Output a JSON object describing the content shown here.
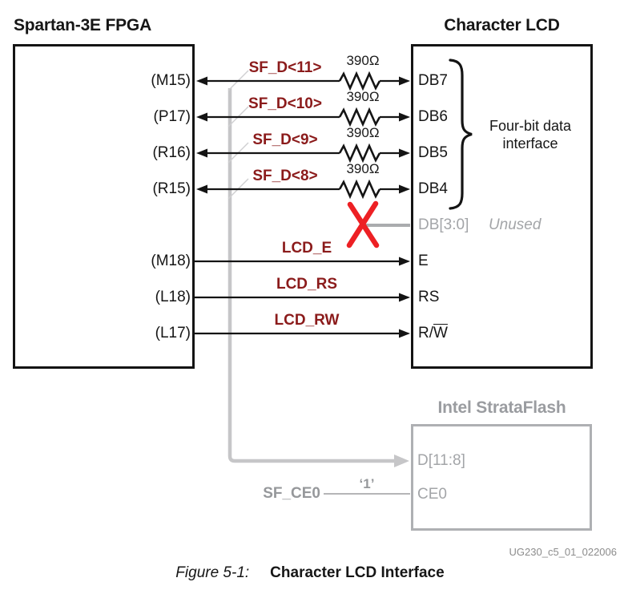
{
  "fpga": {
    "title": "Spartan-3E FPGA"
  },
  "lcd": {
    "title": "Character LCD"
  },
  "data_rows": [
    {
      "signal": "SF_D<11>",
      "resistor": "390Ω",
      "fpga_pin": "(M15)",
      "lcd_pin": "DB7"
    },
    {
      "signal": "SF_D<10>",
      "resistor": "390Ω",
      "fpga_pin": "(P17)",
      "lcd_pin": "DB6"
    },
    {
      "signal": "SF_D<9>",
      "resistor": "390Ω",
      "fpga_pin": "(R16)",
      "lcd_pin": "DB5"
    },
    {
      "signal": "SF_D<8>",
      "resistor": "390Ω",
      "fpga_pin": "(R15)",
      "lcd_pin": "DB4"
    }
  ],
  "unused_row": {
    "lcd_pin": "DB[3:0]",
    "note": "Unused"
  },
  "control_rows": [
    {
      "signal": "LCD_E",
      "fpga_pin": "(M18)",
      "lcd_pin": "E"
    },
    {
      "signal": "LCD_RS",
      "fpga_pin": "(L18)",
      "lcd_pin": "RS"
    },
    {
      "signal": "LCD_RW",
      "fpga_pin": "(L17)",
      "lcd_pin_prefix": "R/",
      "lcd_pin_overlined": "W"
    }
  ],
  "brace_note": {
    "line1": "Four-bit data",
    "line2": "interface"
  },
  "strataflash": {
    "title": "Intel StrataFlash",
    "pin_data": "D[11:8]",
    "pin_ce": "CE0",
    "ce_signal": "SF_CE0",
    "ce_value": "‘1’"
  },
  "watermark": "UG230_c5_01_022006",
  "caption": {
    "label": "Figure 5-1:",
    "title": "Character LCD Interface"
  },
  "colors": {
    "signal_label": "#8b1b1b",
    "red_x": "#ed2024",
    "bus_gray": "#c6c6c8",
    "gray_text": "#a3a5a8",
    "line_black": "#141414"
  }
}
